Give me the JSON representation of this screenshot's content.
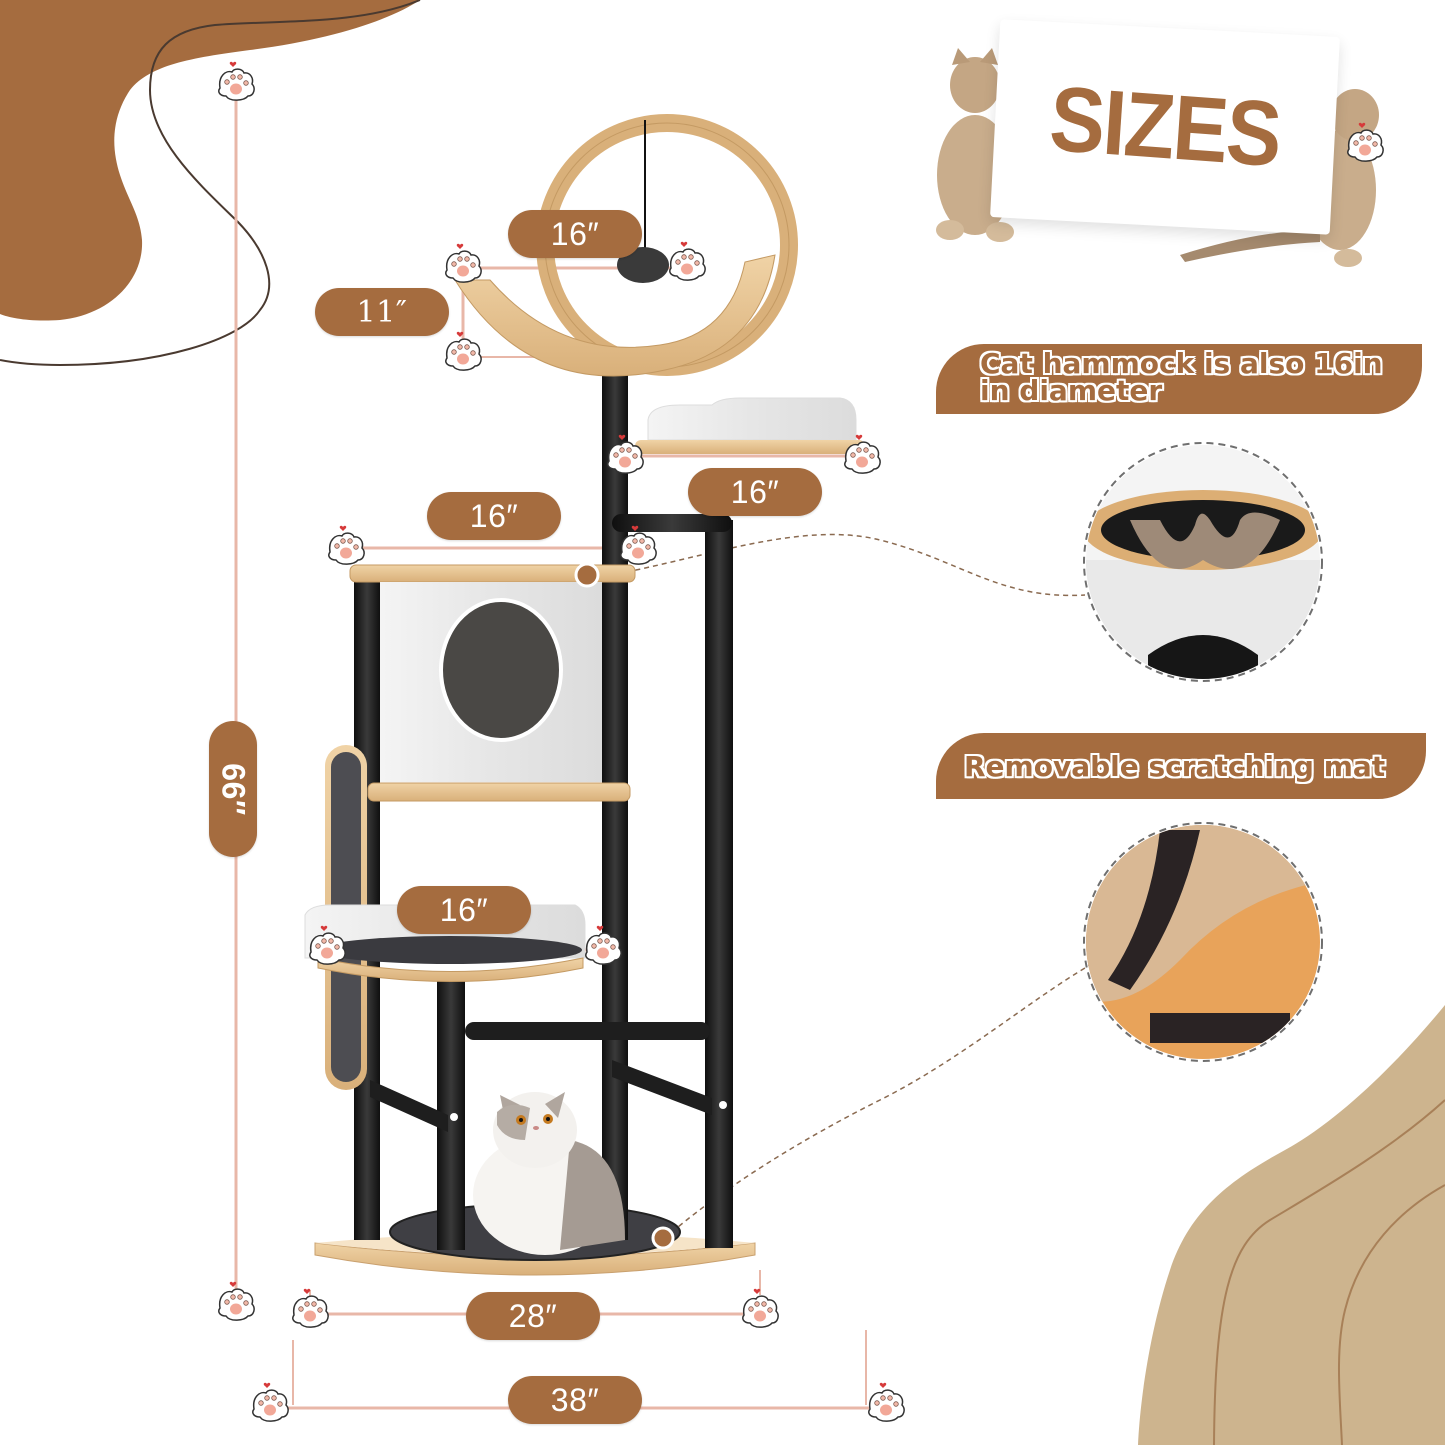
{
  "header": {
    "title": "SIZES"
  },
  "dimensions": {
    "total_height": "66″",
    "top_ring_width": "16″",
    "top_ring_depth": "11″",
    "upper_perch": "16″",
    "condo_top": "16″",
    "lower_bed": "16″",
    "base_width": "28″",
    "footprint_width": "38″"
  },
  "callouts": [
    {
      "label": "Cat hammock is also 16in in diameter",
      "line1": "Cat hammock is also 16in",
      "line2": "in diameter"
    },
    {
      "label": "Removable scratching mat"
    }
  ],
  "detail_images": [
    {
      "name": "hammock-detail",
      "description": "wooden ring with suede hammock on top of condo"
    },
    {
      "name": "scratching-mat-detail",
      "description": "sisal mat with black hook-and-loop strips"
    }
  ],
  "colors": {
    "brand_brown": "#a56c3f",
    "light_tan": "#cdb48e",
    "dimension_line": "#e8b7a8",
    "wood": "#e3c08d",
    "metal": "#1d1d1d",
    "fabric": "#ececec",
    "white": "#ffffff"
  },
  "icons": [
    "paw-print-icon",
    "heart-icon"
  ]
}
